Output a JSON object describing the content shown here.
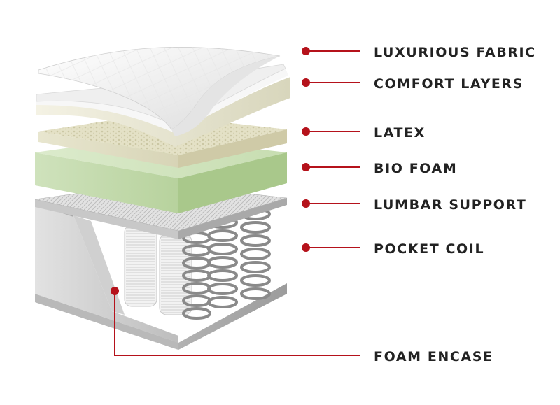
{
  "diagram": {
    "accent_color": "#b5121b",
    "label_color": "#222222",
    "layers": [
      {
        "id": "luxurious-fabric",
        "label": "LUXURIOUS FABRIC"
      },
      {
        "id": "comfort-layers",
        "label": "COMFORT LAYERS"
      },
      {
        "id": "latex",
        "label": "LATEX"
      },
      {
        "id": "bio-foam",
        "label": "BIO FOAM"
      },
      {
        "id": "lumbar-support",
        "label": "LUMBAR SUPPORT"
      },
      {
        "id": "pocket-coil",
        "label": "POCKET COIL"
      },
      {
        "id": "foam-encase",
        "label": "FOAM ENCASE"
      }
    ]
  }
}
